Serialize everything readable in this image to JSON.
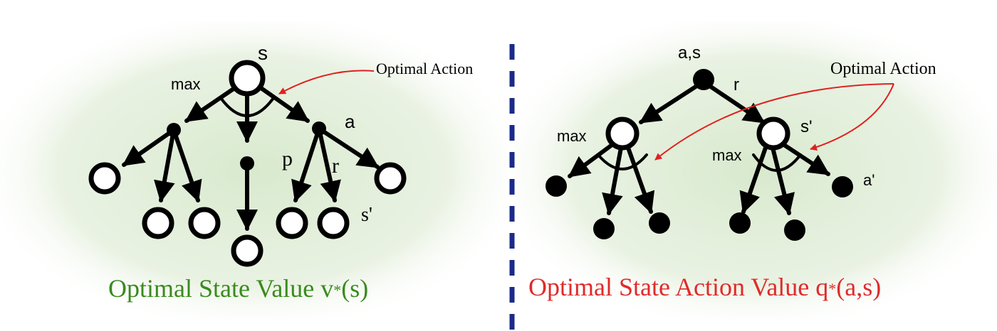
{
  "left_panel": {
    "labels": {
      "root": "s",
      "max": "max",
      "action": "a",
      "prob": "p",
      "reward": "r",
      "next_state": "s'"
    },
    "annotation": "Optimal Action",
    "caption": "Optimal State Value v",
    "caption_sub": "*",
    "caption_tail": "(s)"
  },
  "right_panel": {
    "labels": {
      "root": "a,s",
      "reward": "r",
      "max_left": "max",
      "max_right": "max",
      "next_state": "s'",
      "next_action": "a'"
    },
    "annotation": "Optimal Action",
    "caption": "Optimal State Action Value q",
    "caption_sub": "*",
    "caption_tail": "(a,s)"
  },
  "colors": {
    "ink": "#000000",
    "arrow_red": "#e02020",
    "left_caption": "#3a8a1e",
    "right_caption": "#e02a2a",
    "divider": "#1a2a8a",
    "glow": "#d9ead0"
  }
}
